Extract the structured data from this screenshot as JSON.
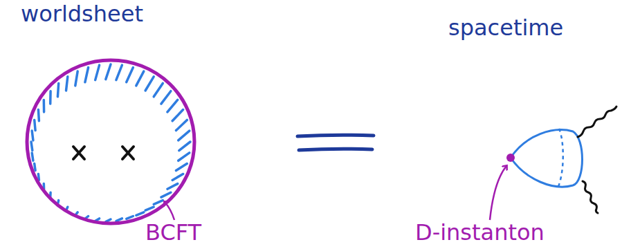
{
  "diagram": {
    "labels": [
      "worldsheet",
      "BCFT",
      "spacetime",
      "D-instanton"
    ]
  }
}
